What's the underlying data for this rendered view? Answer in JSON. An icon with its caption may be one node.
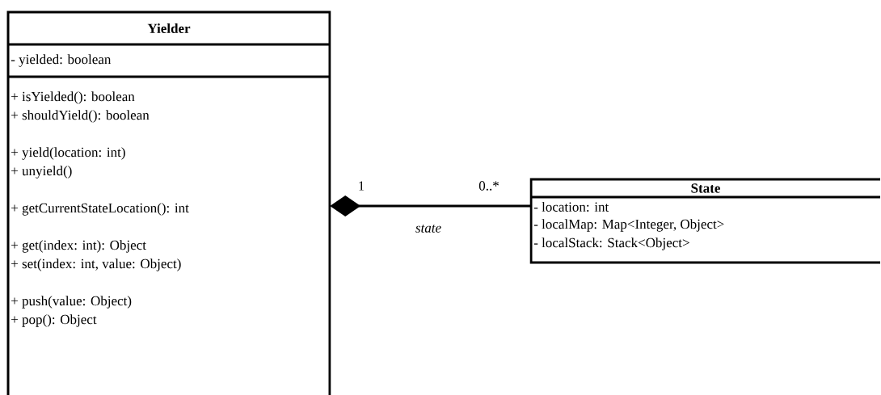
{
  "diagram": {
    "nodes": [
      {
        "text": [
          "Yielder",
          "- yielded: boolean",
          "+ isYielded(): boolean",
          "+ shouldYield(): boolean",
          "+ yield(location: int)",
          "+ unyield()",
          "+ getCurrentStateLocation(): int",
          "+ get(index: int): Object",
          "+ set(index: int, value: Object)",
          "+ push(value: Object)",
          "+ pop(): Object"
        ]
      },
      {
        "text": [
          "State",
          "- location: int",
          "- localMap: Map<Integer, Object>",
          "- localStack: Stack<Object>"
        ]
      }
    ],
    "edges": [
      {
        "from": 0,
        "to": 1,
        "arrow": "other",
        "label": "state"
      }
    ],
    "labels": [
      "1",
      "0..*"
    ]
  }
}
